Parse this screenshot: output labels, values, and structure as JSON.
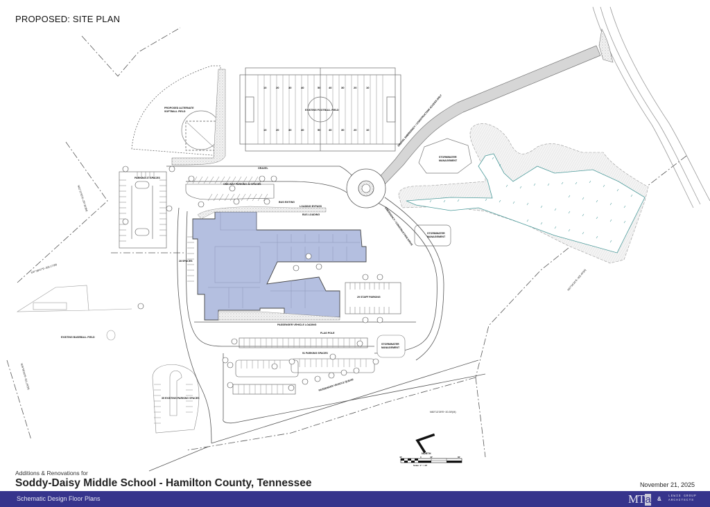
{
  "sheet": {
    "title": "PROPOSED:  SITE PLAN",
    "subtitle": "Additions & Renovations for",
    "project_title": "Soddy-Daisy Middle School - Hamilton County, Tennessee",
    "date": "November 21, 2025",
    "footer_bar_text": "Schematic Design Floor Plans",
    "logos": {
      "mta": "MT",
      "mta_a": "a",
      "ampersand": "&",
      "lewis_line1": "LEWIS GROUP",
      "lewis_line2": "ARCHITECTS"
    },
    "colors": {
      "footer_bar": "#36348c",
      "building_fill": "#b4bfe0",
      "road_fill": "#d6d6d6",
      "wetland_line": "#4a9a9a"
    }
  },
  "plan_labels": {
    "football_field": "EXISTING FOOTBALL FIELD",
    "softball_field_1": "PROPOSED ALTERNATE",
    "softball_field_2": "SOFTBALL FIELD",
    "parking_west": "PARKING 37 SPACES",
    "gravel": "GRAVEL",
    "one_way_parking": "ONE-WAY PARKING 22 SPACES",
    "bus_exiting": "BUS EXITING",
    "loading_bypass": "LOADING BYPASS",
    "bus_loading": "BUS LOADING",
    "access_drive": "GRAVEL EMERGENCY / CONSTRUCTION ACCESS ONLY",
    "stormwater_1a": "STORMWATER",
    "stormwater_1b": "MANAGEMENT",
    "stormwater_2a": "STORMWATER",
    "stormwater_2b": "MANAGEMENT",
    "stormwater_3a": "STORMWATER",
    "stormwater_3b": "MANAGEMENT",
    "emergency_drive": "EMERGENCY / CONSTRUCTION DRIVE",
    "spaces_west": "28 SPACES",
    "staff_parking": "29 STAFF PARKING",
    "passenger_loading": "PASSENGER VEHICLE LOADING",
    "flag_pole": "FLAG POLE",
    "parking_91": "91 PARKING SPACES",
    "passenger_queue": "PASSENGER VEHICLE QUEUE",
    "baseball_field": "EXISTING BASEBALL FIELD",
    "existing_parking": "35 EXISTING PARKING SPACES",
    "bearing_1": "S37°38'47\"E~303.17'(M)",
    "bearing_2": "N02°22'55\"E~257.81'(M)",
    "bearing_3": "N50°13'39\"E~20.39'(M)",
    "bearing_4": "N67°06'26\"E~302.40'(M)",
    "bearing_5": "N26°55'04\"E~311.24'(M)"
  },
  "field_yard_numbers": [
    "10",
    "20",
    "30",
    "40",
    "50",
    "40",
    "30",
    "20",
    "10"
  ],
  "north_arrow": {
    "label": "NORTH",
    "scale_text": "Scale: 1\" = 40'",
    "ticks": [
      "40'",
      "0",
      "40'",
      "80'"
    ]
  }
}
